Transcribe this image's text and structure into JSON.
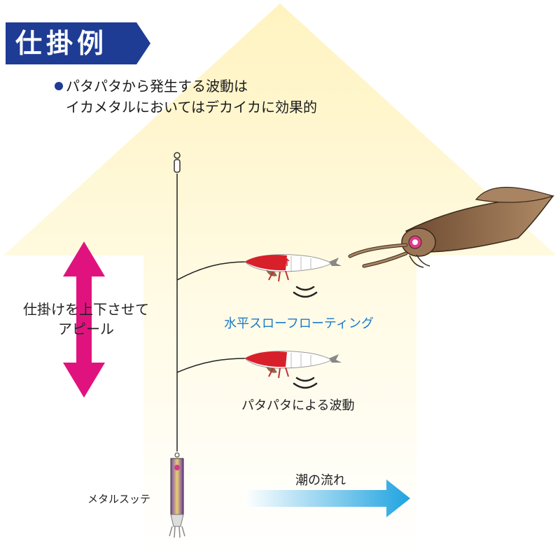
{
  "title": "仕掛例",
  "note": {
    "line1": "パタパタから発生する波動は",
    "line2": "イカメタルにおいてはデカイカに効果的"
  },
  "labels": {
    "appeal_line1": "仕掛けを上下させて",
    "appeal_line2": "アピール",
    "floating": "水平スローフローティング",
    "wave": "パタパタによる波動",
    "current": "潮の流れ",
    "metal_sutte": "メタルスッテ"
  },
  "colors": {
    "title_bg": "#1e3c94",
    "arrow_fill_top": "#fff4c2",
    "updown_arrow": "#e0137e",
    "current_arrow": "#1fa3e0",
    "floating_text": "#1a7ac8",
    "shrimp_body": "#d8202a",
    "squid_body": "#8a6a4e"
  },
  "icons": [
    "up-arrow-background",
    "updown-arrow-icon",
    "current-arrow-icon",
    "shrimp-lure-icon",
    "squid-icon",
    "metal-sutte-icon",
    "swivel-icon",
    "wave-icon"
  ]
}
